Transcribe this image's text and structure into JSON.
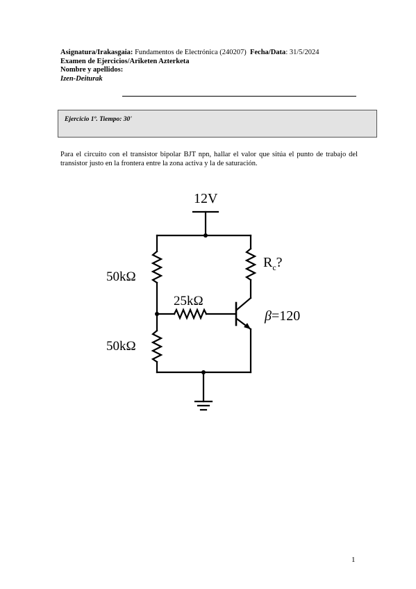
{
  "header": {
    "subject_label": "Asignatura/Irakasgaia:",
    "subject_value": "Fundamentos de Electrónica (240207)",
    "date_label": "Fecha/Data",
    "date_value": ": 31/5/2024",
    "exam_title": "Examen de Ejercicios/Ariketen Azterketa",
    "name_label": "Nombre y apellidos:",
    "name_label_eu": "Izen-Deiturak"
  },
  "exercise": {
    "title": "Ejercicio 1º. Tiempo: 30'"
  },
  "problem_text": "Para el circuito con el transistor bipolar BJT npn, hallar el valor que sitúa el punto de trabajo del transistor justo en la frontera entre la zona activa y la de saturación.",
  "circuit": {
    "supply": "12V",
    "r_top": "50kΩ",
    "r_bottom": "50kΩ",
    "r_base": "25kΩ",
    "rc_label_main": "R",
    "rc_label_sub": "c",
    "rc_label_suffix": "?",
    "beta_symbol": "β",
    "beta_value": "=120"
  },
  "page_number": "1"
}
